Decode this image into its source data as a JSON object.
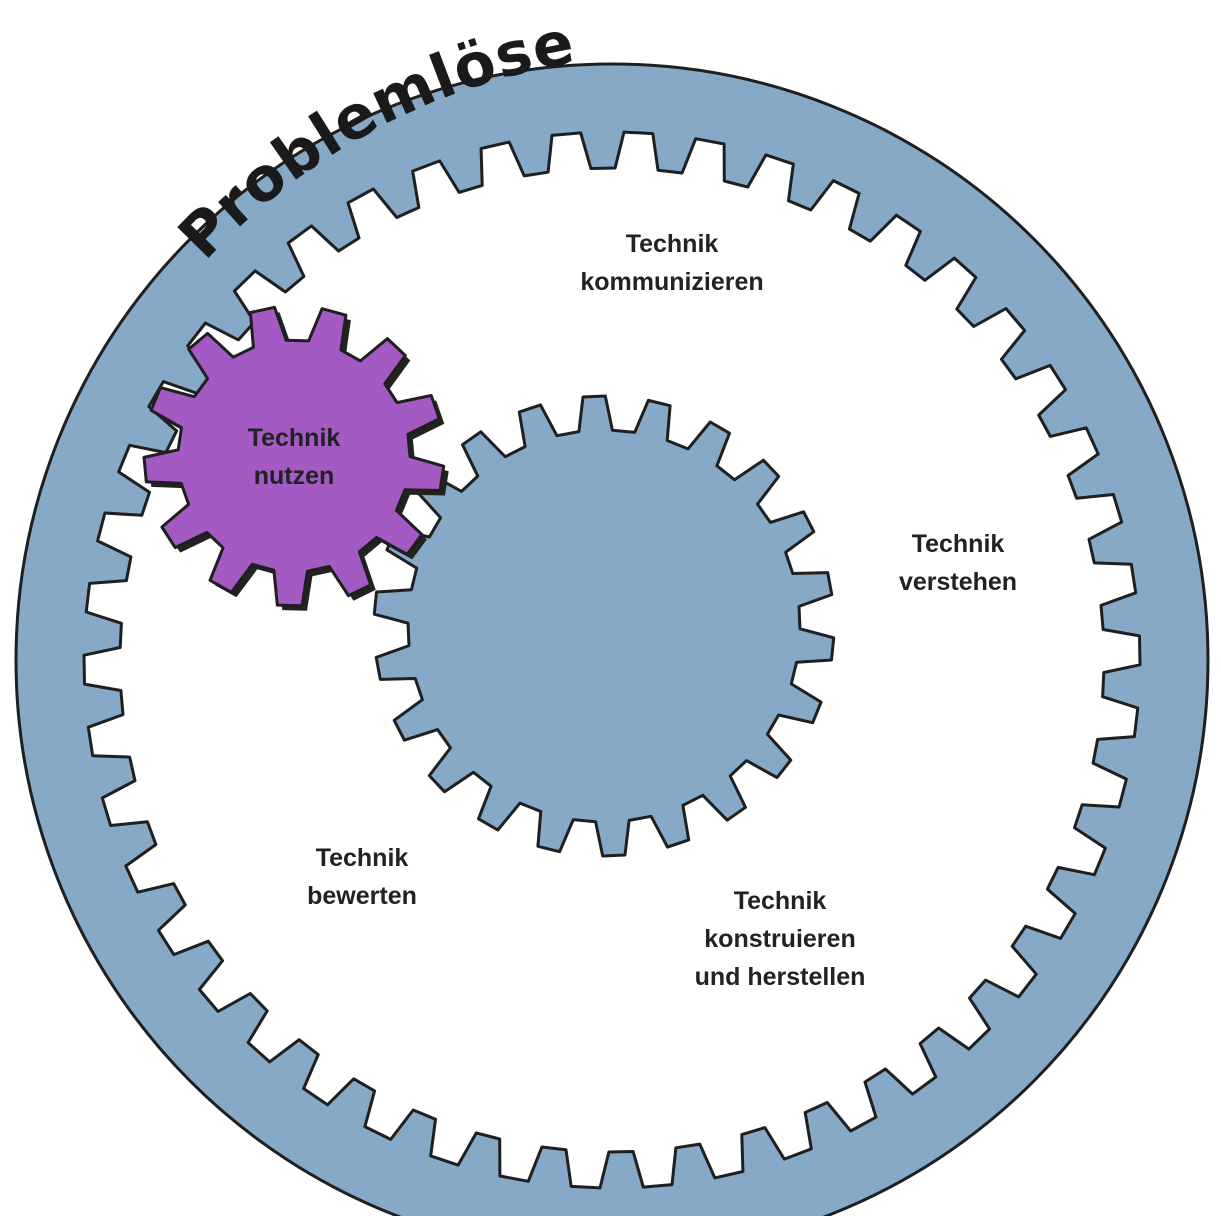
{
  "title": "Problemlösen",
  "colors": {
    "outer_ring": "#85a9c6",
    "inner_white": "#ffffff",
    "sun_gear": "#85a9c6",
    "outline": "#1f1f1f"
  },
  "gears": [
    {
      "id": "kommunizieren",
      "color": "#00a65a",
      "lines": [
        "Technik",
        "kommunizieren"
      ]
    },
    {
      "id": "nutzen",
      "color": "#a35ac3",
      "lines": [
        "Technik",
        "nutzen"
      ]
    },
    {
      "id": "verstehen",
      "color": "#1f7b78",
      "lines": [
        "Technik",
        "verstehen"
      ]
    },
    {
      "id": "bewerten",
      "color": "#f2b705",
      "lines": [
        "Technik",
        "bewerten"
      ]
    },
    {
      "id": "konstruieren",
      "color": "#0585c9",
      "lines": [
        "Technik",
        "konstruieren",
        "und herstellen"
      ]
    }
  ]
}
